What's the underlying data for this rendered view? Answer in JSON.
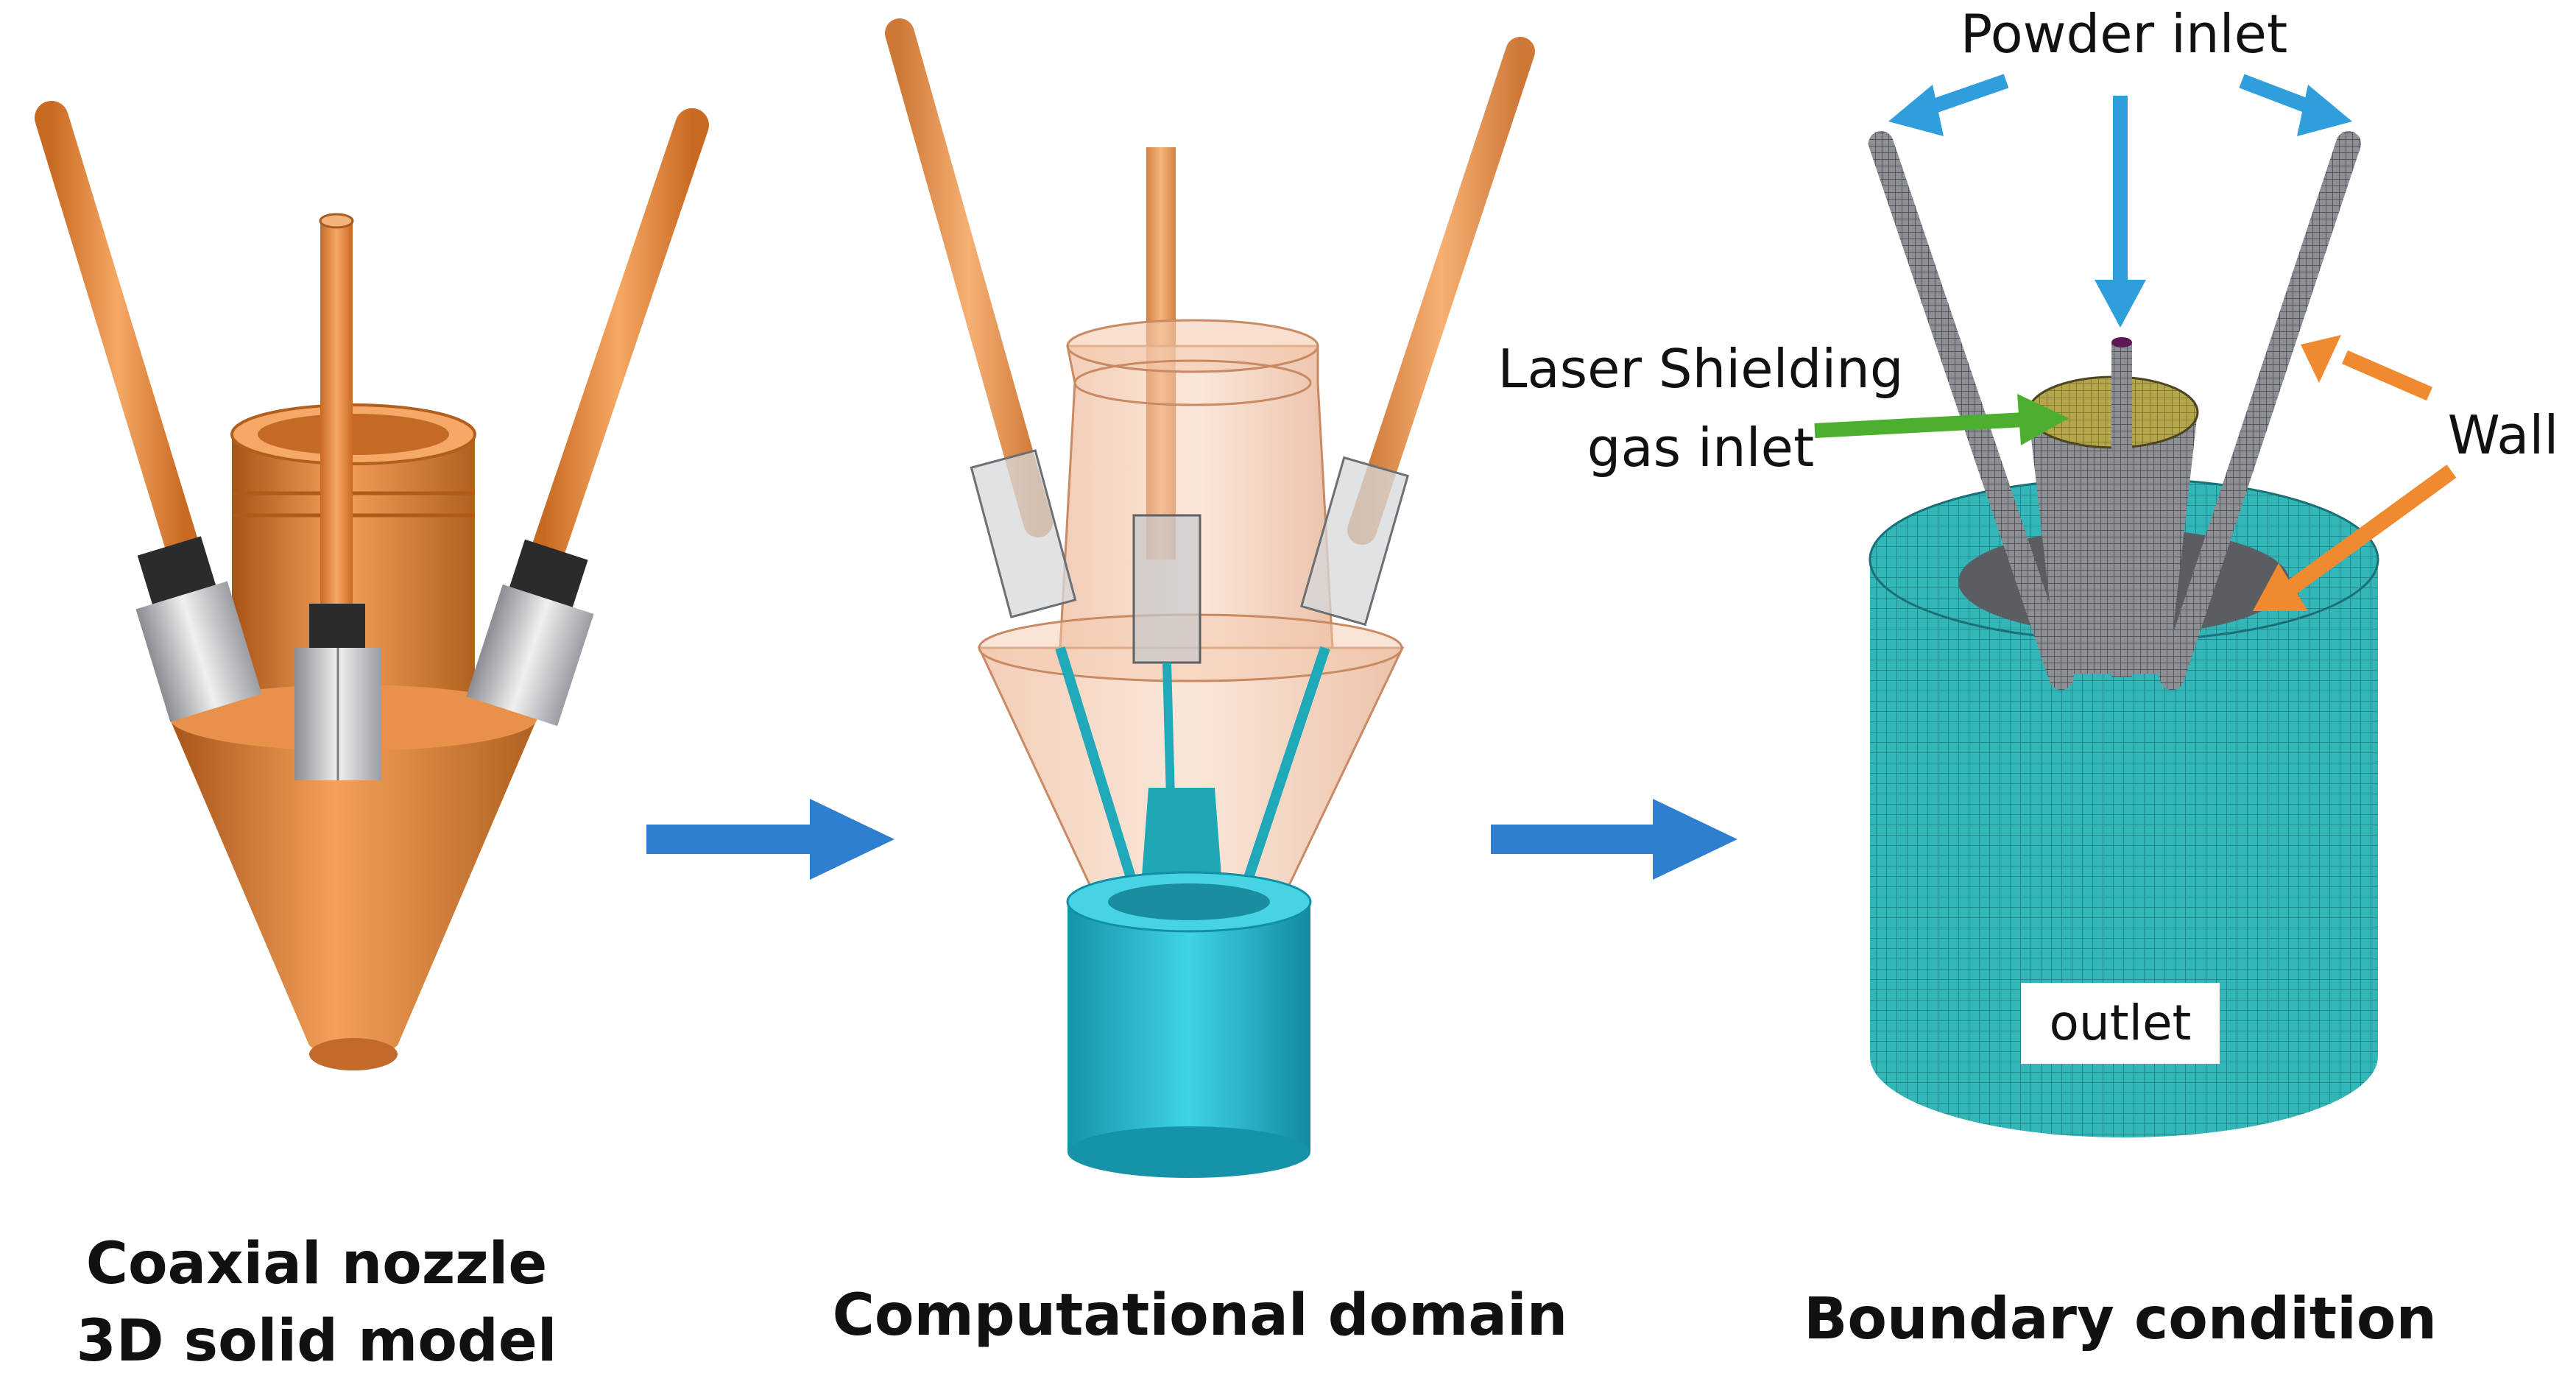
{
  "captions": {
    "panel1_line1": "Coaxial nozzle",
    "panel1_line2": "3D solid model",
    "panel2": "Computational domain",
    "panel3": "Boundary condition"
  },
  "annotations": {
    "powder_inlet": "Powder inlet",
    "laser_line1": "Laser Shielding",
    "laser_line2": "gas inlet",
    "wall": "Wall",
    "outlet": "outlet"
  },
  "colors": {
    "copper": "#e38a3c",
    "copper_dark": "#b85f1c",
    "cyan": "#1fb8cc",
    "mesh": "#2fa8b0",
    "arrow_blue": "#2e7fd0",
    "arrow_green": "#4caf2f",
    "arrow_orange": "#f08a30"
  }
}
